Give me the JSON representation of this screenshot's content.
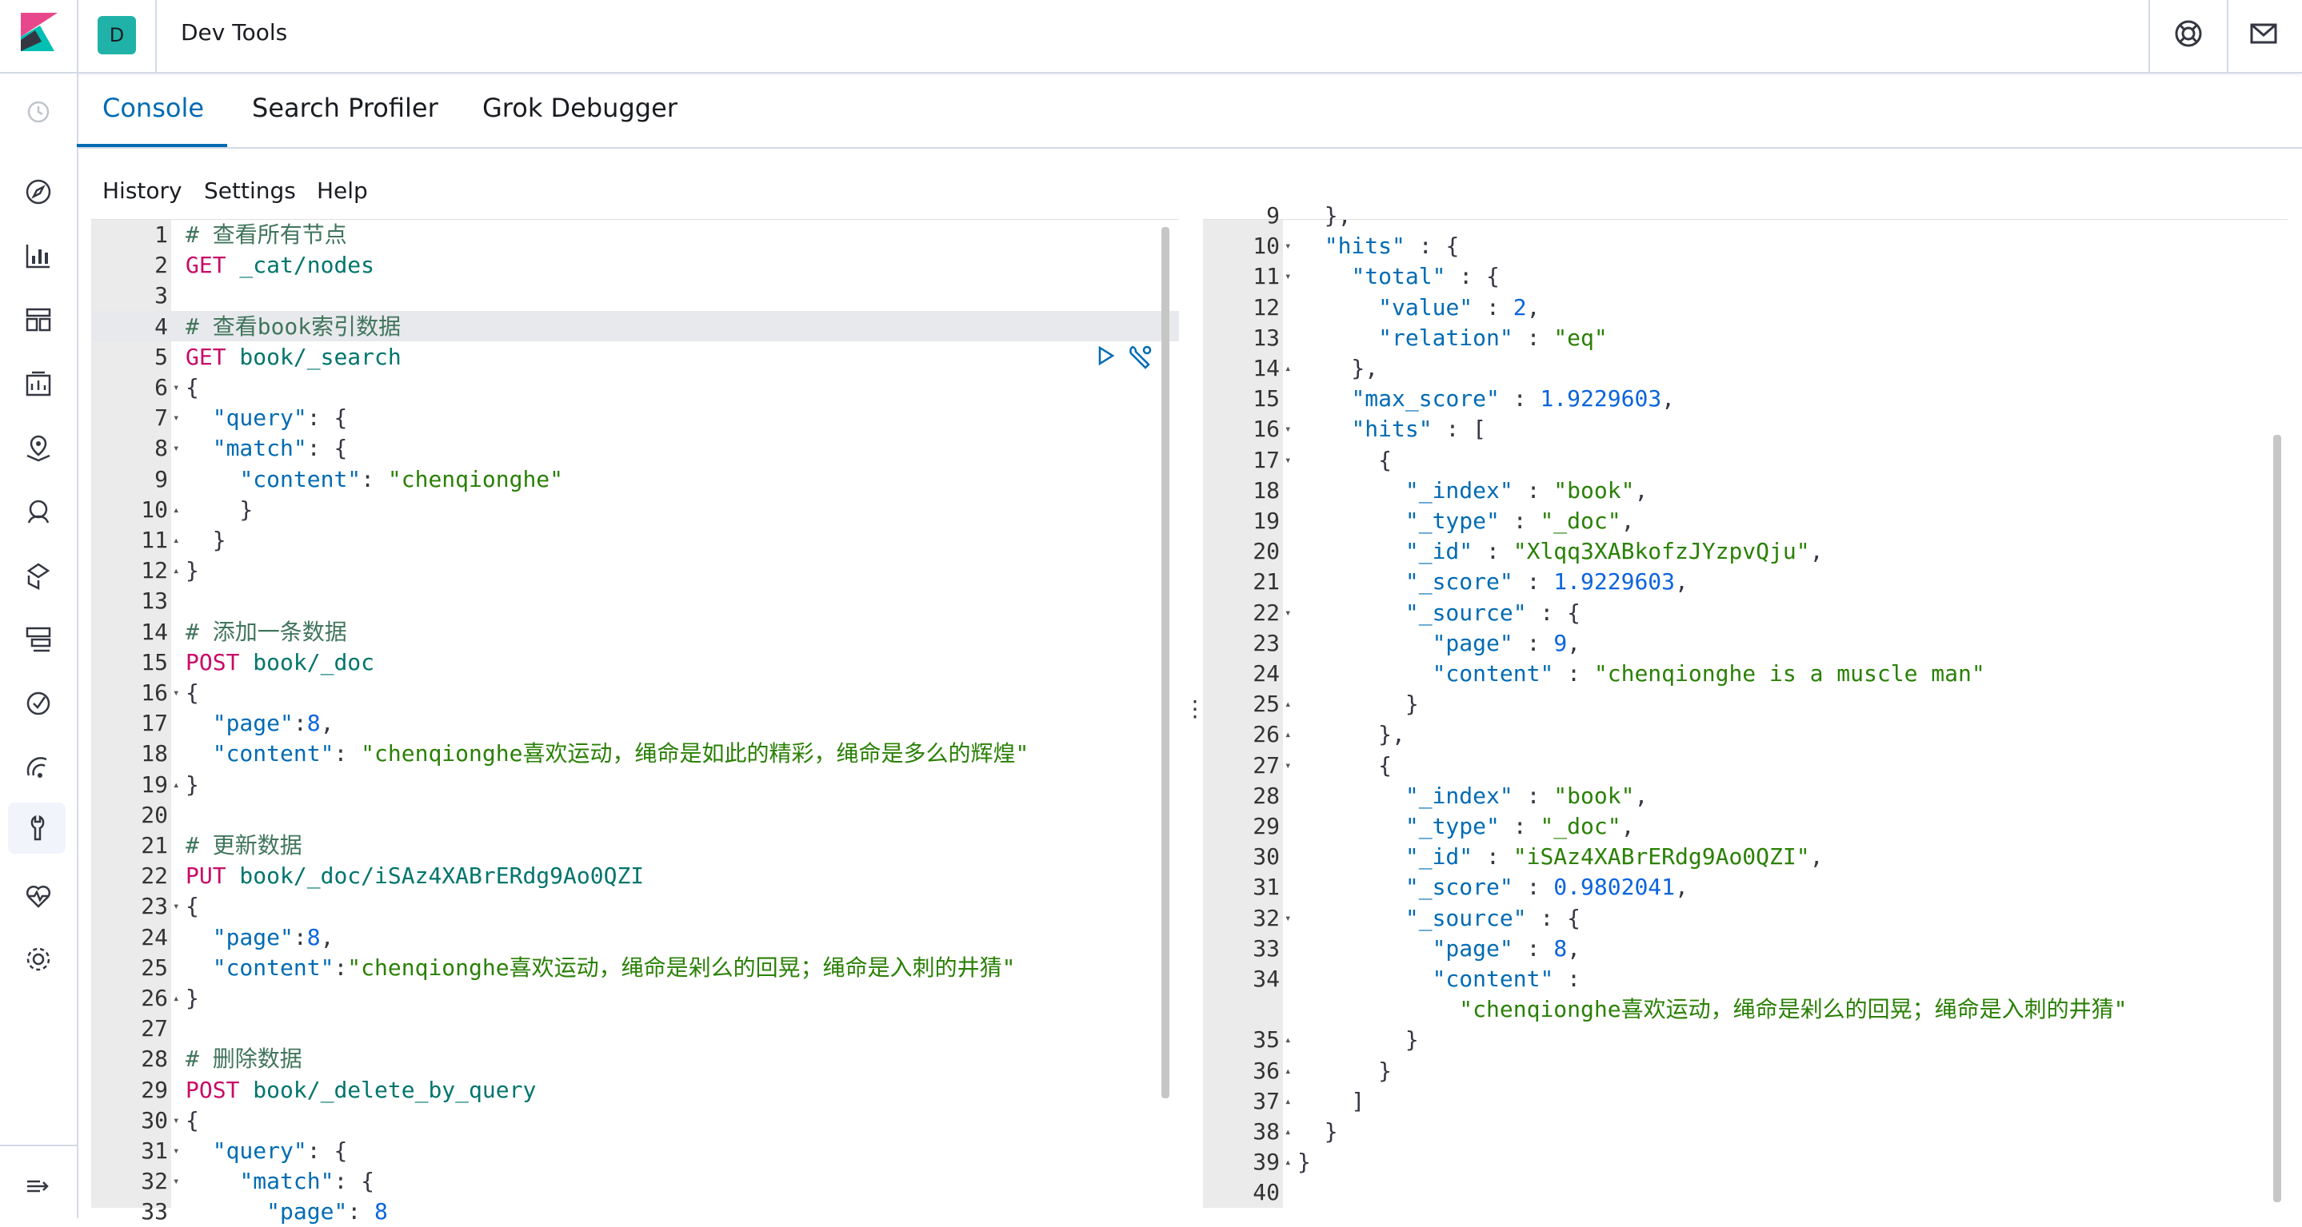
{
  "header": {
    "avatar_letter": "D",
    "title": "Dev Tools",
    "icons": [
      "help-icon",
      "mail-icon"
    ],
    "logo": "kibana-logo"
  },
  "sidenav": {
    "items": [
      "recently-viewed-icon",
      "discover-icon",
      "visualize-icon",
      "dashboard-icon",
      "canvas-icon",
      "maps-icon",
      "ml-icon",
      "infrastructure-icon",
      "logs-icon",
      "apm-icon",
      "uptime-icon",
      "dev-tools-icon",
      "monitoring-icon",
      "management-icon",
      "collapse-icon"
    ]
  },
  "tabs": [
    {
      "label": "Console",
      "active": true
    },
    {
      "label": "Search Profiler",
      "active": false
    },
    {
      "label": "Grok Debugger",
      "active": false
    }
  ],
  "menu": {
    "history": "History",
    "settings": "Settings",
    "help": "Help"
  },
  "request_lines": [
    {
      "n": "1",
      "fold": "",
      "parts": [
        [
          "c-comment",
          "# 查看所有节点"
        ]
      ]
    },
    {
      "n": "2",
      "fold": "",
      "parts": [
        [
          "c-method",
          "GET"
        ],
        [
          "c-url",
          " _cat/nodes"
        ]
      ]
    },
    {
      "n": "3",
      "fold": "",
      "parts": []
    },
    {
      "n": "4",
      "fold": "",
      "parts": [
        [
          "c-comment",
          "# 查看book索引数据"
        ]
      ]
    },
    {
      "n": "5",
      "fold": "",
      "parts": [
        [
          "c-method",
          "GET"
        ],
        [
          "c-url",
          " book/_search"
        ]
      ]
    },
    {
      "n": "6",
      "fold": "▾",
      "parts": [
        [
          "c-punct",
          "{"
        ]
      ]
    },
    {
      "n": "7",
      "fold": "▾",
      "parts": [
        [
          "c-punct",
          "  "
        ],
        [
          "c-key",
          "\"query\""
        ],
        [
          "c-punct",
          ": {"
        ]
      ]
    },
    {
      "n": "8",
      "fold": "▾",
      "parts": [
        [
          "c-punct",
          "  "
        ],
        [
          "c-key",
          "\"match\""
        ],
        [
          "c-punct",
          ": {"
        ]
      ]
    },
    {
      "n": "9",
      "fold": "",
      "parts": [
        [
          "c-punct",
          "    "
        ],
        [
          "c-key",
          "\"content\""
        ],
        [
          "c-punct",
          ": "
        ],
        [
          "c-str",
          "\"chenqionghe\""
        ]
      ]
    },
    {
      "n": "10",
      "fold": "▴",
      "parts": [
        [
          "c-punct",
          "    }"
        ]
      ]
    },
    {
      "n": "11",
      "fold": "▴",
      "parts": [
        [
          "c-punct",
          "  }"
        ]
      ]
    },
    {
      "n": "12",
      "fold": "▴",
      "parts": [
        [
          "c-punct",
          "}"
        ]
      ]
    },
    {
      "n": "13",
      "fold": "",
      "parts": []
    },
    {
      "n": "14",
      "fold": "",
      "parts": [
        [
          "c-comment",
          "# 添加一条数据"
        ]
      ]
    },
    {
      "n": "15",
      "fold": "",
      "parts": [
        [
          "c-method",
          "POST"
        ],
        [
          "c-url",
          " book/_doc"
        ]
      ]
    },
    {
      "n": "16",
      "fold": "▾",
      "parts": [
        [
          "c-punct",
          "{"
        ]
      ]
    },
    {
      "n": "17",
      "fold": "",
      "parts": [
        [
          "c-punct",
          "  "
        ],
        [
          "c-key",
          "\"page\""
        ],
        [
          "c-punct",
          ":"
        ],
        [
          "c-num",
          "8"
        ],
        [
          "c-punct",
          ","
        ]
      ]
    },
    {
      "n": "18",
      "fold": "",
      "parts": [
        [
          "c-punct",
          "  "
        ],
        [
          "c-key",
          "\"content\""
        ],
        [
          "c-punct",
          ": "
        ],
        [
          "c-str",
          "\"chenqionghe喜欢运动，绳命是如此的精彩，绳命是多么的辉煌\""
        ]
      ]
    },
    {
      "n": "19",
      "fold": "▴",
      "parts": [
        [
          "c-punct",
          "}"
        ]
      ]
    },
    {
      "n": "20",
      "fold": "",
      "parts": []
    },
    {
      "n": "21",
      "fold": "",
      "parts": [
        [
          "c-comment",
          "# 更新数据"
        ]
      ]
    },
    {
      "n": "22",
      "fold": "",
      "parts": [
        [
          "c-method",
          "PUT"
        ],
        [
          "c-url",
          " book/_doc/iSAz4XABrERdg9Ao0QZI"
        ]
      ]
    },
    {
      "n": "23",
      "fold": "▾",
      "parts": [
        [
          "c-punct",
          "{"
        ]
      ]
    },
    {
      "n": "24",
      "fold": "",
      "parts": [
        [
          "c-punct",
          "  "
        ],
        [
          "c-key",
          "\"page\""
        ],
        [
          "c-punct",
          ":"
        ],
        [
          "c-num",
          "8"
        ],
        [
          "c-punct",
          ","
        ]
      ]
    },
    {
      "n": "25",
      "fold": "",
      "parts": [
        [
          "c-punct",
          "  "
        ],
        [
          "c-key",
          "\"content\""
        ],
        [
          "c-punct",
          ":"
        ],
        [
          "c-str",
          "\"chenqionghe喜欢运动，绳命是剁么的回晃；绳命是入刺的井猜\""
        ]
      ]
    },
    {
      "n": "26",
      "fold": "▴",
      "parts": [
        [
          "c-punct",
          "}"
        ]
      ]
    },
    {
      "n": "27",
      "fold": "",
      "parts": []
    },
    {
      "n": "28",
      "fold": "",
      "parts": [
        [
          "c-comment",
          "# 删除数据"
        ]
      ]
    },
    {
      "n": "29",
      "fold": "",
      "parts": [
        [
          "c-method",
          "POST"
        ],
        [
          "c-url",
          " book/_delete_by_query"
        ]
      ]
    },
    {
      "n": "30",
      "fold": "▾",
      "parts": [
        [
          "c-punct",
          "{"
        ]
      ]
    },
    {
      "n": "31",
      "fold": "▾",
      "parts": [
        [
          "c-punct",
          "  "
        ],
        [
          "c-key",
          "\"query\""
        ],
        [
          "c-punct",
          ": {"
        ]
      ]
    },
    {
      "n": "32",
      "fold": "▾",
      "parts": [
        [
          "c-punct",
          "    "
        ],
        [
          "c-key",
          "\"match\""
        ],
        [
          "c-punct",
          ": {"
        ]
      ]
    },
    {
      "n": "33",
      "fold": "",
      "parts": [
        [
          "c-punct",
          "      "
        ],
        [
          "c-key",
          "\"page\""
        ],
        [
          "c-punct",
          ": "
        ],
        [
          "c-num",
          "8"
        ]
      ]
    }
  ],
  "response_lines": [
    {
      "n": "9",
      "fold": "",
      "parts": [
        [
          "c-punct",
          "  },"
        ]
      ]
    },
    {
      "n": "10",
      "fold": "▾",
      "parts": [
        [
          "c-punct",
          "  "
        ],
        [
          "c-key",
          "\"hits\""
        ],
        [
          "c-punct",
          " : {"
        ]
      ]
    },
    {
      "n": "11",
      "fold": "▾",
      "parts": [
        [
          "c-punct",
          "    "
        ],
        [
          "c-key",
          "\"total\""
        ],
        [
          "c-punct",
          " : {"
        ]
      ]
    },
    {
      "n": "12",
      "fold": "",
      "parts": [
        [
          "c-punct",
          "      "
        ],
        [
          "c-key",
          "\"value\""
        ],
        [
          "c-punct",
          " : "
        ],
        [
          "c-num",
          "2"
        ],
        [
          "c-punct",
          ","
        ]
      ]
    },
    {
      "n": "13",
      "fold": "",
      "parts": [
        [
          "c-punct",
          "      "
        ],
        [
          "c-key",
          "\"relation\""
        ],
        [
          "c-punct",
          " : "
        ],
        [
          "c-str",
          "\"eq\""
        ]
      ]
    },
    {
      "n": "14",
      "fold": "▴",
      "parts": [
        [
          "c-punct",
          "    },"
        ]
      ]
    },
    {
      "n": "15",
      "fold": "",
      "parts": [
        [
          "c-punct",
          "    "
        ],
        [
          "c-key",
          "\"max_score\""
        ],
        [
          "c-punct",
          " : "
        ],
        [
          "c-num",
          "1.9229603"
        ],
        [
          "c-punct",
          ","
        ]
      ]
    },
    {
      "n": "16",
      "fold": "▾",
      "parts": [
        [
          "c-punct",
          "    "
        ],
        [
          "c-key",
          "\"hits\""
        ],
        [
          "c-punct",
          " : ["
        ]
      ]
    },
    {
      "n": "17",
      "fold": "▾",
      "parts": [
        [
          "c-punct",
          "      {"
        ]
      ]
    },
    {
      "n": "18",
      "fold": "",
      "parts": [
        [
          "c-punct",
          "        "
        ],
        [
          "c-key",
          "\"_index\""
        ],
        [
          "c-punct",
          " : "
        ],
        [
          "c-str",
          "\"book\""
        ],
        [
          "c-punct",
          ","
        ]
      ]
    },
    {
      "n": "19",
      "fold": "",
      "parts": [
        [
          "c-punct",
          "        "
        ],
        [
          "c-key",
          "\"_type\""
        ],
        [
          "c-punct",
          " : "
        ],
        [
          "c-str",
          "\"_doc\""
        ],
        [
          "c-punct",
          ","
        ]
      ]
    },
    {
      "n": "20",
      "fold": "",
      "parts": [
        [
          "c-punct",
          "        "
        ],
        [
          "c-key",
          "\"_id\""
        ],
        [
          "c-punct",
          " : "
        ],
        [
          "c-str",
          "\"Xlqq3XABkofzJYzpvQju\""
        ],
        [
          "c-punct",
          ","
        ]
      ]
    },
    {
      "n": "21",
      "fold": "",
      "parts": [
        [
          "c-punct",
          "        "
        ],
        [
          "c-key",
          "\"_score\""
        ],
        [
          "c-punct",
          " : "
        ],
        [
          "c-num",
          "1.9229603"
        ],
        [
          "c-punct",
          ","
        ]
      ]
    },
    {
      "n": "22",
      "fold": "▾",
      "parts": [
        [
          "c-punct",
          "        "
        ],
        [
          "c-key",
          "\"_source\""
        ],
        [
          "c-punct",
          " : {"
        ]
      ]
    },
    {
      "n": "23",
      "fold": "",
      "parts": [
        [
          "c-punct",
          "          "
        ],
        [
          "c-key",
          "\"page\""
        ],
        [
          "c-punct",
          " : "
        ],
        [
          "c-num",
          "9"
        ],
        [
          "c-punct",
          ","
        ]
      ]
    },
    {
      "n": "24",
      "fold": "",
      "parts": [
        [
          "c-punct",
          "          "
        ],
        [
          "c-key",
          "\"content\""
        ],
        [
          "c-punct",
          " : "
        ],
        [
          "c-str",
          "\"chenqionghe is a muscle man\""
        ]
      ]
    },
    {
      "n": "25",
      "fold": "▴",
      "parts": [
        [
          "c-punct",
          "        }"
        ]
      ]
    },
    {
      "n": "26",
      "fold": "▴",
      "parts": [
        [
          "c-punct",
          "      },"
        ]
      ]
    },
    {
      "n": "27",
      "fold": "▾",
      "parts": [
        [
          "c-punct",
          "      {"
        ]
      ]
    },
    {
      "n": "28",
      "fold": "",
      "parts": [
        [
          "c-punct",
          "        "
        ],
        [
          "c-key",
          "\"_index\""
        ],
        [
          "c-punct",
          " : "
        ],
        [
          "c-str",
          "\"book\""
        ],
        [
          "c-punct",
          ","
        ]
      ]
    },
    {
      "n": "29",
      "fold": "",
      "parts": [
        [
          "c-punct",
          "        "
        ],
        [
          "c-key",
          "\"_type\""
        ],
        [
          "c-punct",
          " : "
        ],
        [
          "c-str",
          "\"_doc\""
        ],
        [
          "c-punct",
          ","
        ]
      ]
    },
    {
      "n": "30",
      "fold": "",
      "parts": [
        [
          "c-punct",
          "        "
        ],
        [
          "c-key",
          "\"_id\""
        ],
        [
          "c-punct",
          " : "
        ],
        [
          "c-str",
          "\"iSAz4XABrERdg9Ao0QZI\""
        ],
        [
          "c-punct",
          ","
        ]
      ]
    },
    {
      "n": "31",
      "fold": "",
      "parts": [
        [
          "c-punct",
          "        "
        ],
        [
          "c-key",
          "\"_score\""
        ],
        [
          "c-punct",
          " : "
        ],
        [
          "c-num",
          "0.9802041"
        ],
        [
          "c-punct",
          ","
        ]
      ]
    },
    {
      "n": "32",
      "fold": "▾",
      "parts": [
        [
          "c-punct",
          "        "
        ],
        [
          "c-key",
          "\"_source\""
        ],
        [
          "c-punct",
          " : {"
        ]
      ]
    },
    {
      "n": "33",
      "fold": "",
      "parts": [
        [
          "c-punct",
          "          "
        ],
        [
          "c-key",
          "\"page\""
        ],
        [
          "c-punct",
          " : "
        ],
        [
          "c-num",
          "8"
        ],
        [
          "c-punct",
          ","
        ]
      ]
    },
    {
      "n": "34",
      "fold": "",
      "parts": [
        [
          "c-punct",
          "          "
        ],
        [
          "c-key",
          "\"content\""
        ],
        [
          "c-punct",
          " :"
        ]
      ]
    },
    {
      "n": "",
      "fold": "",
      "parts": [
        [
          "c-punct",
          "            "
        ],
        [
          "c-str",
          "\"chenqionghe喜欢运动，绳命是剁么的回晃；绳命是入刺的井猜\""
        ]
      ]
    },
    {
      "n": "35",
      "fold": "▴",
      "parts": [
        [
          "c-punct",
          "        }"
        ]
      ]
    },
    {
      "n": "36",
      "fold": "▴",
      "parts": [
        [
          "c-punct",
          "      }"
        ]
      ]
    },
    {
      "n": "37",
      "fold": "▴",
      "parts": [
        [
          "c-punct",
          "    ]"
        ]
      ]
    },
    {
      "n": "38",
      "fold": "▴",
      "parts": [
        [
          "c-punct",
          "  }"
        ]
      ]
    },
    {
      "n": "39",
      "fold": "▴",
      "parts": [
        [
          "c-punct",
          "}"
        ]
      ]
    },
    {
      "n": "40",
      "fold": "",
      "parts": []
    }
  ],
  "colors": {
    "accent": "#006bb4",
    "teal": "#20b2a8",
    "gutter": "#ebebeb"
  }
}
